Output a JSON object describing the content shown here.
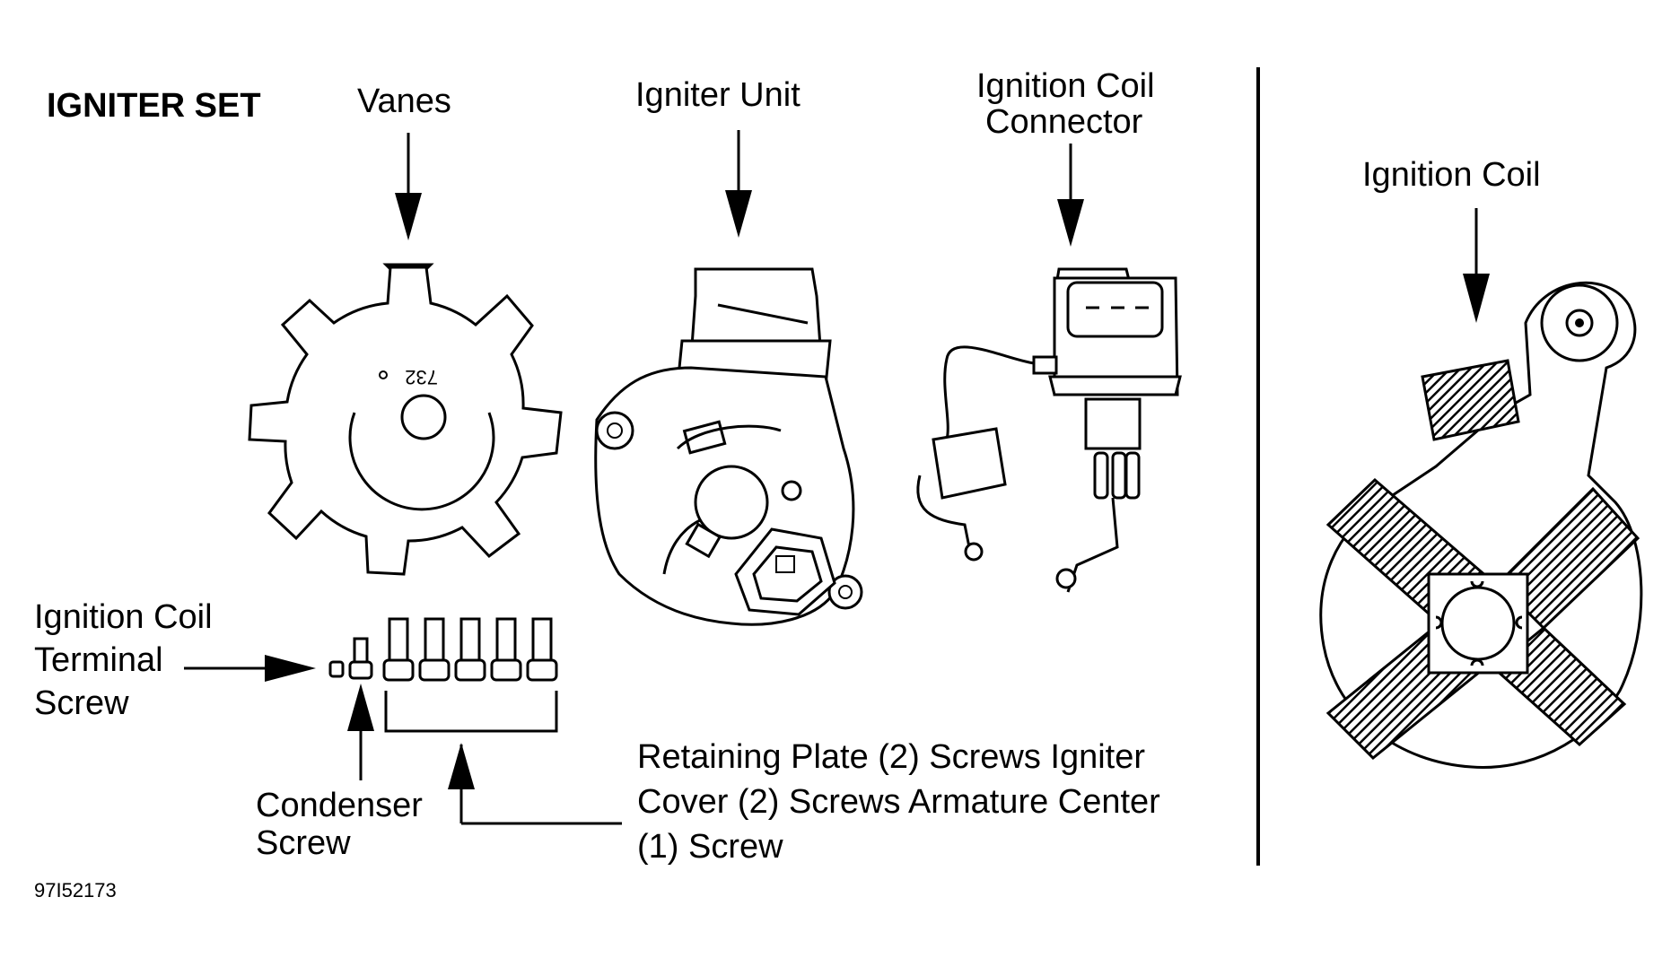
{
  "title": "IGNITER SET",
  "labels": {
    "vanes": "Vanes",
    "igniter_unit": "Igniter Unit",
    "coil_connector_line1": "Ignition Coil",
    "coil_connector_line2": "Connector",
    "ignition_coil": "Ignition Coil",
    "terminal_line1": "Ignition Coil",
    "terminal_line2": "Terminal",
    "terminal_line3": "Screw",
    "condenser_line1": "Condenser",
    "condenser_line2": "Screw",
    "retaining_line1": "Retaining Plate (2) Screws Igniter",
    "retaining_line2": "Cover (2) Screws Armature Center",
    "retaining_line3": "(1) Screw"
  },
  "vane_marking": "732",
  "figure_id": "97I52173"
}
